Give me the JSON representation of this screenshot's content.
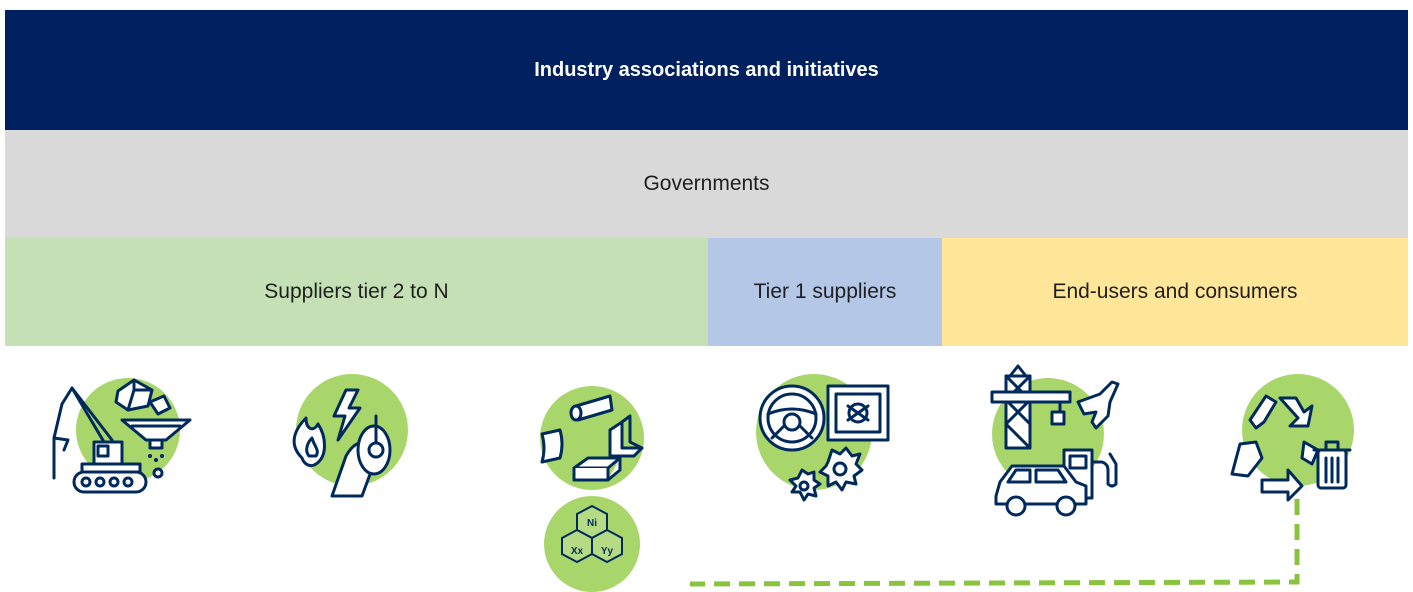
{
  "bands": {
    "industry": "Industry associations and initiatives",
    "governments": "Governments",
    "suppliers_tier_2_to_n": "Suppliers tier 2 to N",
    "tier_1_suppliers": "Tier 1 suppliers",
    "end_users": "End-users and consumers"
  },
  "elements": {
    "a": "Ni",
    "b": "Xx",
    "c": "Yy"
  },
  "icons": [
    "mining-icon",
    "energy-icon",
    "metals-icon",
    "elements-icon",
    "components-icon",
    "end-products-icon",
    "recycling-icon"
  ],
  "colors": {
    "industry_band": "#002060",
    "governments_band": "#d9d9d9",
    "suppliers_band": "#c5e0b4",
    "tier1_band": "#b4c7e7",
    "end_users_band": "#ffe699",
    "icon_circle": "#a9d66b",
    "icon_line": "#002a5c",
    "recycle_loop": "#8ac43f"
  }
}
